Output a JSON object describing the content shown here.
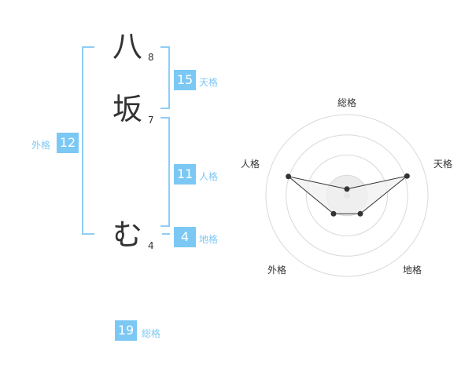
{
  "name": {
    "chars": [
      {
        "char": "八",
        "strokes": "8"
      },
      {
        "char": "坂",
        "strokes": "7"
      },
      {
        "char": "む",
        "strokes": "4"
      }
    ]
  },
  "fortune": {
    "tenkaku": {
      "value": "15",
      "label": "天格"
    },
    "jinkaku": {
      "value": "11",
      "label": "人格"
    },
    "chikaku": {
      "value": "4",
      "label": "地格"
    },
    "gaikaku": {
      "value": "12",
      "label": "外格"
    },
    "soukaku": {
      "value": "19",
      "label": "総格"
    }
  },
  "colors": {
    "accent": "#7cc8f4",
    "bracket": "#8fcdf5",
    "radar_fill": "#f0f0f0",
    "radar_line": "#333333"
  },
  "radar": {
    "axes": [
      {
        "label": "総格",
        "score": 0.08
      },
      {
        "label": "天格",
        "score": 0.78
      },
      {
        "label": "地格",
        "score": 0.28
      },
      {
        "label": "外格",
        "score": 0.28
      },
      {
        "label": "人格",
        "score": 0.76
      }
    ],
    "rings": 4
  }
}
